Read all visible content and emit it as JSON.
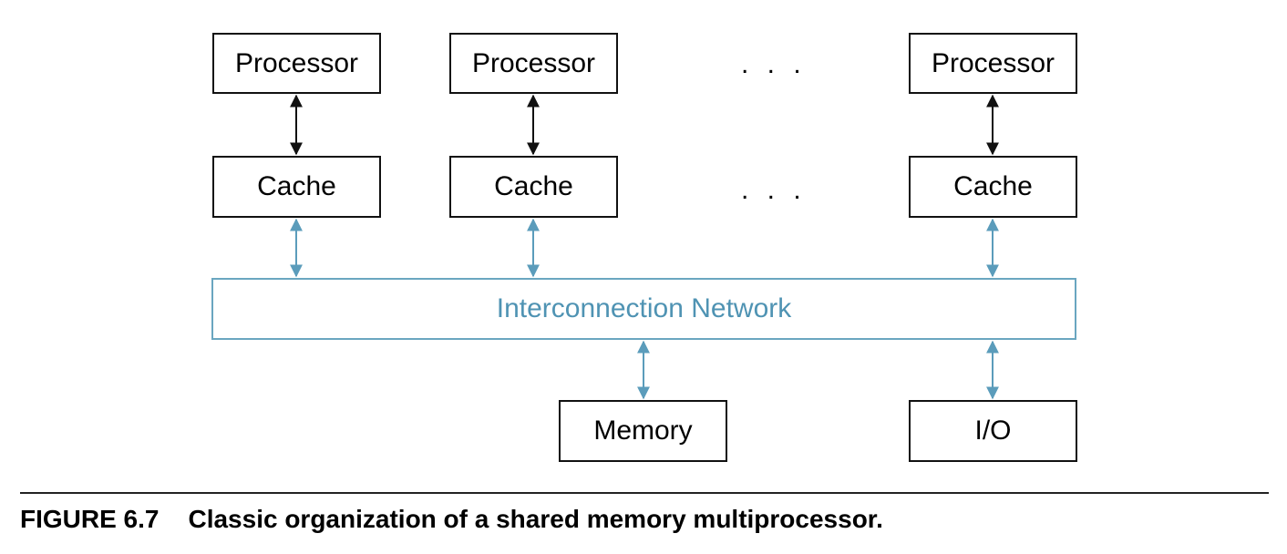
{
  "diagram": {
    "processors": [
      {
        "label": "Processor"
      },
      {
        "label": "Processor"
      },
      {
        "label": "Processor"
      }
    ],
    "caches": [
      {
        "label": "Cache"
      },
      {
        "label": "Cache"
      },
      {
        "label": "Cache"
      }
    ],
    "ellipsis": ". . .",
    "network_label": "Interconnection Network",
    "memory_label": "Memory",
    "io_label": "I/O",
    "colors": {
      "black_link": "#111111",
      "network_link": "#5b9cbb",
      "network_text": "#4f93b3"
    }
  },
  "caption": {
    "number": "FIGURE 6.7",
    "text": "Classic organization of a shared memory multiprocessor."
  }
}
